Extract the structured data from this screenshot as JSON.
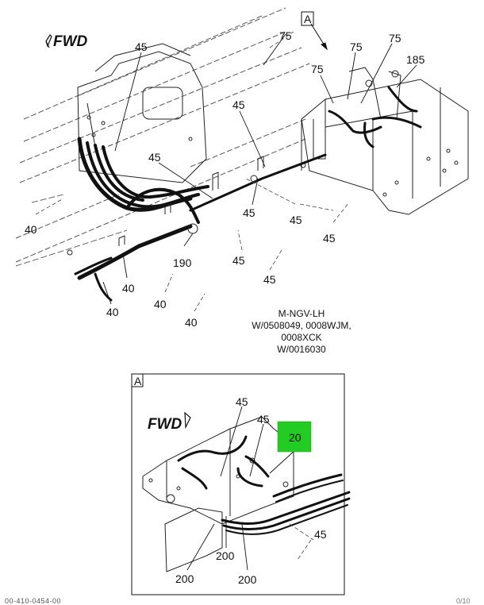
{
  "view_label": "A",
  "detail_label": "A",
  "fwd_label": "FWD",
  "detail_fwd_label": "FWD",
  "caption": [
    "M-NGV-LH",
    "W/0508049, 0008WJM,",
    "0008XCK",
    "W/0016030"
  ],
  "highlight_color": "#22cc22",
  "callouts": {
    "c75a": "75",
    "c75b": "75",
    "c75c": "75",
    "c75d": "75",
    "c185": "185",
    "c45a": "45",
    "c45b": "45",
    "c45c": "45",
    "c45d": "45",
    "c45e": "45",
    "c45f": "45",
    "c45g": "45",
    "c45h": "45",
    "c190": "190",
    "c40a": "40",
    "c40b": "40",
    "c40c": "40",
    "c40d": "40",
    "c40e": "40",
    "d45a": "45",
    "d45b": "45",
    "d45c": "45",
    "d20": "20",
    "d200a": "200",
    "d200b": "200",
    "d200c": "200"
  },
  "footer_left": "00-410-0454-00",
  "footer_right": "0/10"
}
